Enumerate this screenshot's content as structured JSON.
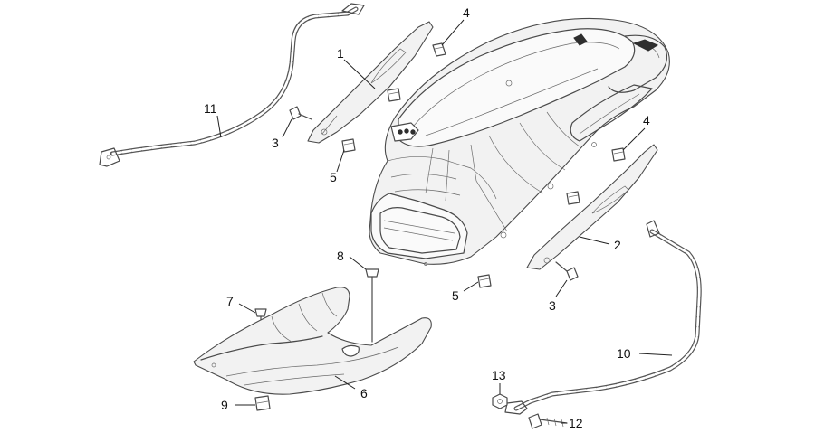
{
  "callouts": {
    "c1": "1",
    "c2": "2",
    "c3a": "3",
    "c3b": "3",
    "c4a": "4",
    "c4b": "4",
    "c5a": "5",
    "c5b": "5",
    "c6": "6",
    "c7": "7",
    "c8": "8",
    "c9": "9",
    "c10": "10",
    "c11": "11",
    "c12": "12",
    "c13": "13"
  }
}
